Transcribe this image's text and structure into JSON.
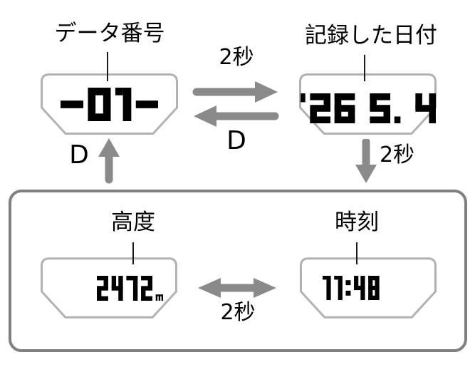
{
  "screens": {
    "data_number": {
      "label": "データ番号",
      "value": "-01-"
    },
    "record_date": {
      "label": "記録した日付",
      "value": "'26 5. 4"
    },
    "altitude": {
      "label": "高度",
      "value": "2472m"
    },
    "time": {
      "label": "時刻",
      "value": "11:48"
    }
  },
  "transitions": {
    "top_hold": "2秒",
    "top_back": "D",
    "up": "D",
    "down": "2秒",
    "bottom_toggle": "2秒"
  },
  "colors": {
    "arrow": "#8a8a8a",
    "frame": "#808080",
    "display_outline": "#b2b2b2",
    "text": "#000000"
  }
}
